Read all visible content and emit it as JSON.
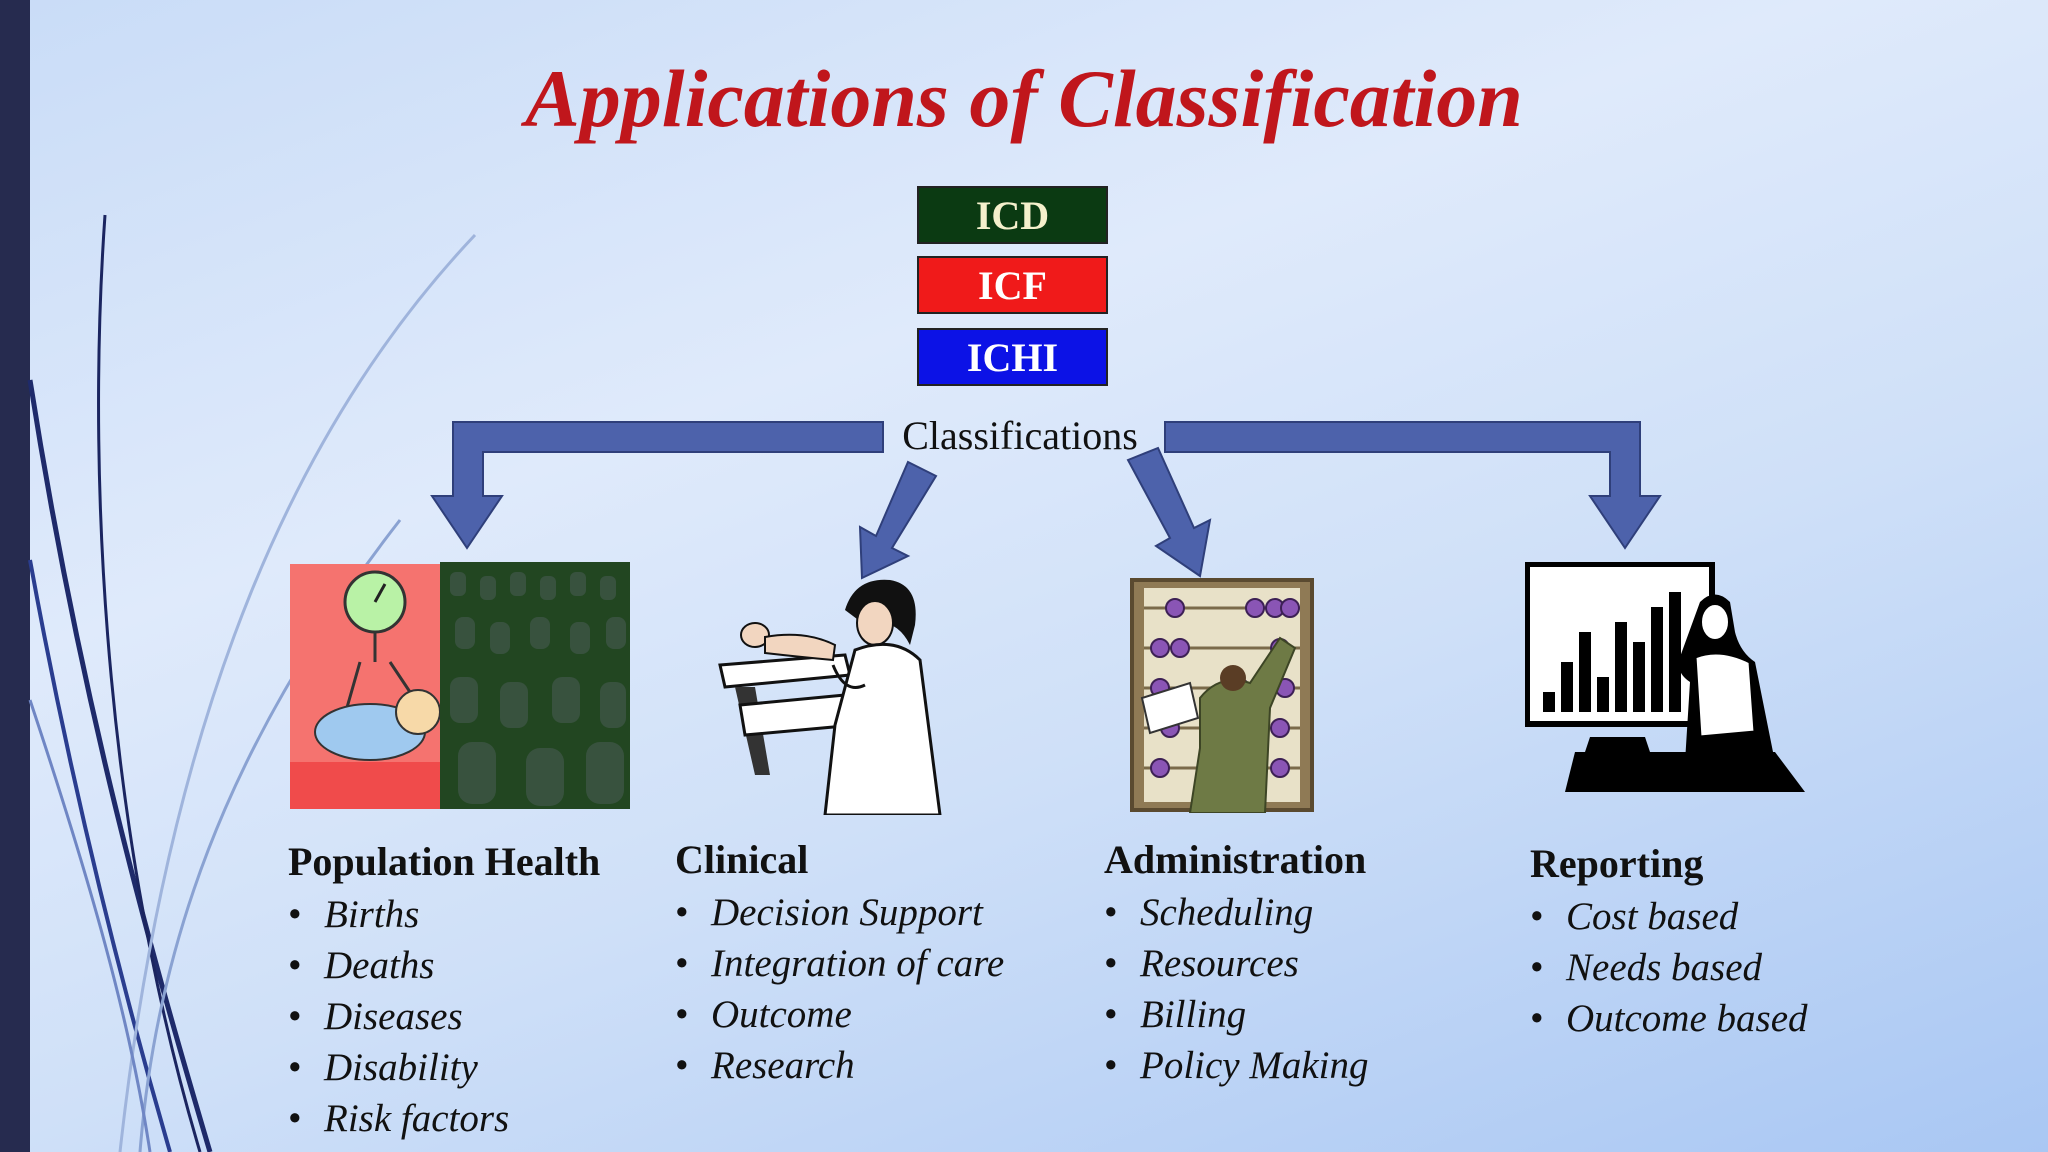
{
  "title": "Applications of Classification",
  "classifications": {
    "boxes": [
      "ICD",
      "ICF",
      "ICHI"
    ],
    "label": "Classifications"
  },
  "colors": {
    "title": "#c0161c",
    "icd": "#0b3a12",
    "icf": "#f01a1a",
    "ichi": "#0c12e6",
    "arrow": "#4d62ab"
  },
  "groups": [
    {
      "heading": "Population Health",
      "items": [
        "Births",
        "Deaths",
        "Diseases",
        "Disability",
        "Risk factors"
      ]
    },
    {
      "heading": "Clinical",
      "items": [
        "Decision Support",
        "Integration of care",
        "Outcome",
        "Research"
      ]
    },
    {
      "heading": "Administration",
      "items": [
        "Scheduling",
        "Resources",
        "Billing",
        "Policy Making"
      ]
    },
    {
      "heading": "Reporting",
      "items": [
        "Cost based",
        "Needs based",
        "Outcome based"
      ]
    }
  ],
  "images": [
    "baby-scale-and-cemetery",
    "doctor-examining-patient",
    "person-at-abacus",
    "presenter-with-bar-chart"
  ]
}
